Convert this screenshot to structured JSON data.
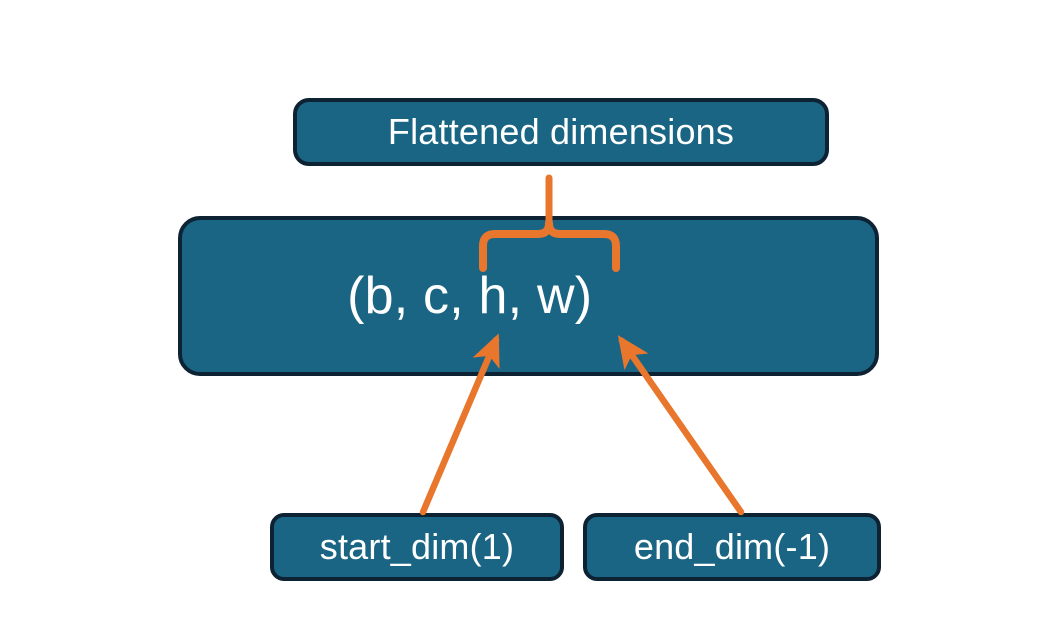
{
  "diagram": {
    "title_node": {
      "label": "Flattened dimensions",
      "name": "flattened-dimensions-node"
    },
    "tuple_node": {
      "label": "(b, c, h, w)",
      "dims": [
        "b",
        "c",
        "h",
        "w"
      ],
      "name": "tensor-shape-node"
    },
    "arg_nodes": [
      {
        "label": "start_dim(1)",
        "name": "start-dim-node",
        "value": 1
      },
      {
        "label": "end_dim(-1)",
        "name": "end-dim-node",
        "value": -1
      }
    ],
    "connectors": {
      "brace": {
        "name": "flatten-span-brace",
        "spans_dims": [
          "c",
          "h",
          "w"
        ],
        "points_to": "Flattened dimensions"
      },
      "arrows": [
        {
          "name": "start-dim-arrow",
          "from": "start_dim(1)",
          "to": "c"
        },
        {
          "name": "end-dim-arrow",
          "from": "end_dim(-1)",
          "to": "w"
        }
      ]
    },
    "colors": {
      "node_fill": "#1b6584",
      "node_border": "#0d2233",
      "node_text": "#ffffff",
      "accent": "#e8762c",
      "background": "#ffffff"
    }
  }
}
